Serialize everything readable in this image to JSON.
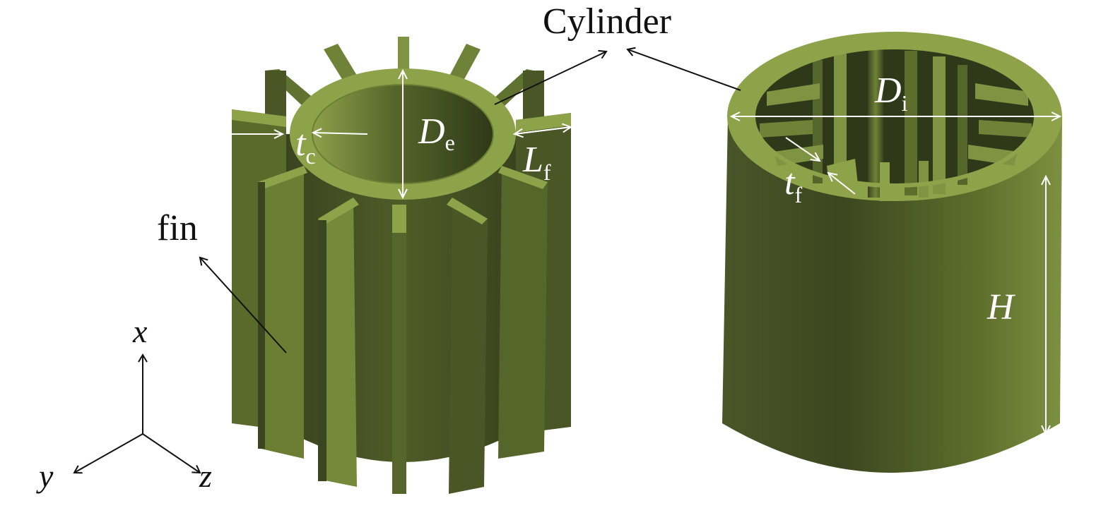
{
  "labels": {
    "cylinder": "Cylinder",
    "fin": "fin"
  },
  "dimensions": {
    "De": {
      "main": "D",
      "sub": "e"
    },
    "tc": {
      "main": "t",
      "sub": "c"
    },
    "Lf": {
      "main": "L",
      "sub": "f"
    },
    "Di": {
      "main": "D",
      "sub": "i"
    },
    "tf": {
      "main": "t",
      "sub": "f"
    },
    "H": {
      "main": "H"
    }
  },
  "axes": {
    "x": "x",
    "y": "y",
    "z": "z"
  },
  "colors": {
    "fin_face_light": "#7f9443",
    "fin_face_dark": "#3b4420",
    "cylinder_body_light": "#6c7d34",
    "cylinder_body_dark": "#3d4622",
    "rim": "#8ea24a",
    "arrow_black": "#111111",
    "dim_white": "#ffffff"
  }
}
